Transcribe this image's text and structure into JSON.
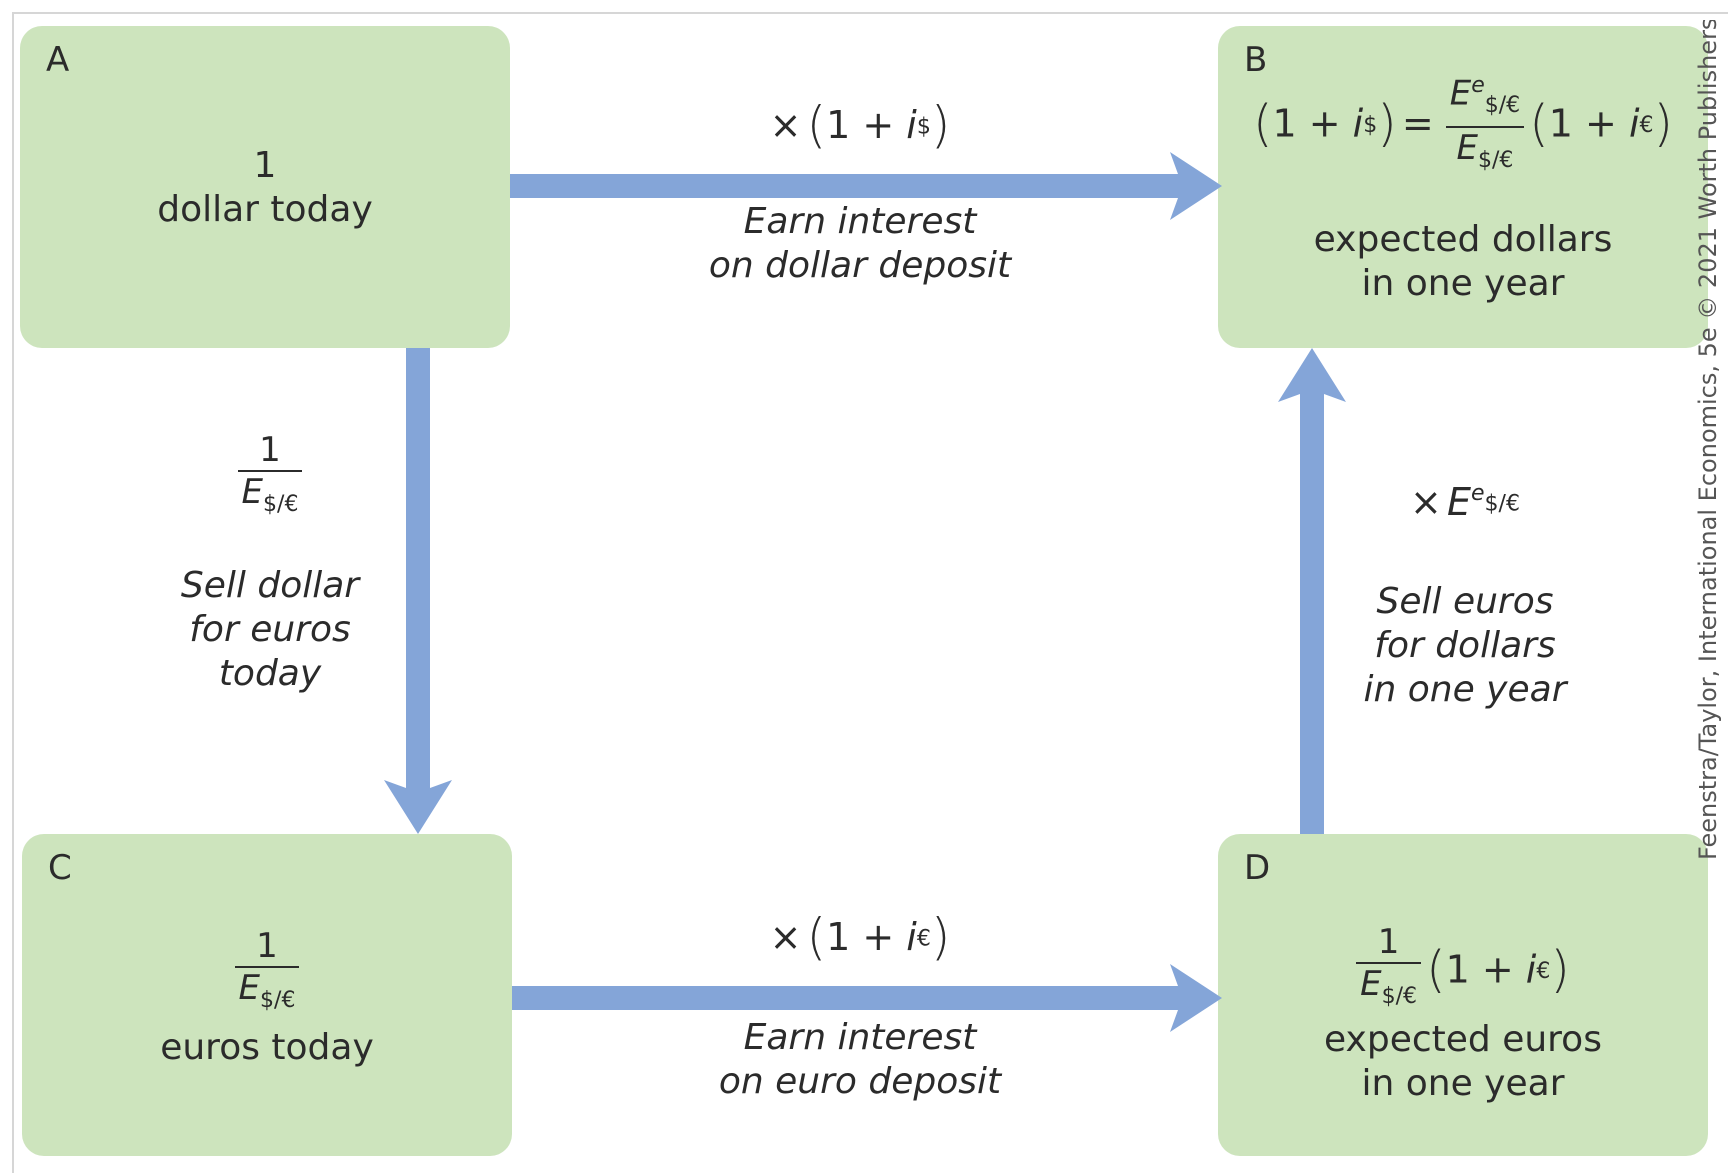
{
  "boxes": {
    "a": {
      "letter": "A",
      "value": "1",
      "caption": "dollar today"
    },
    "b": {
      "letter": "B",
      "formula_lhs": "(1 + i$) =",
      "caption_line1": "expected dollars",
      "caption_line2": "in one year"
    },
    "c": {
      "letter": "C",
      "frac_num": "1",
      "caption": "euros today"
    },
    "d": {
      "letter": "D",
      "frac_num": "1",
      "caption_line1": "expected euros",
      "caption_line2": "in one year"
    }
  },
  "arrows": {
    "top": {
      "line1": "Earn interest",
      "line2": "on dollar deposit"
    },
    "left": {
      "frac_num": "1",
      "line1": "Sell dollar",
      "line2": "for euros",
      "line3": "today"
    },
    "right": {
      "line1": "Sell euros",
      "line2": "for dollars",
      "line3": "in one year"
    },
    "bottom": {
      "line1": "Earn interest",
      "line2": "on euro deposit"
    }
  },
  "symbols": {
    "times": "×",
    "one_plus": "1 + ",
    "i": "i",
    "E": "E",
    "sub_dollar": "$",
    "sub_euro": "€",
    "sub_rate": "$/€",
    "sup_e": "e"
  },
  "credit": "Feenstra/Taylor, International Economics, 5e © 2021 Worth Publishers",
  "colors": {
    "box": "#cde4bd",
    "arrow": "#84a5d8",
    "text": "#2b2b2b"
  }
}
